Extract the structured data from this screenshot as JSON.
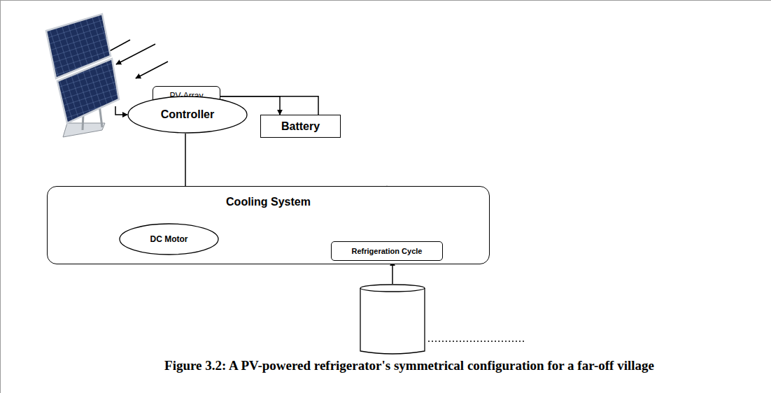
{
  "diagram": {
    "caption": "Figure 3.2: A PV-powered refrigerator's symmetrical configuration for a far-off village",
    "nodes": [
      {
        "text": [
          "PV-Array"
        ]
      },
      {
        "text": [
          "Controller"
        ]
      },
      {
        "text": [
          "Battery"
        ]
      },
      {
        "text": [
          "Cooling System"
        ]
      },
      {
        "text": [
          "DC Motor"
        ],
        "in": 3
      },
      {
        "text": [
          "Refrigeration Cycle"
        ],
        "in": 3
      }
    ],
    "edges": [
      {
        "from": 0,
        "to": 1,
        "arrow": "to"
      },
      {
        "from": 1,
        "to": 2,
        "arrow": "to"
      },
      {
        "from": 2,
        "to": 1,
        "arrow": "to"
      },
      {
        "from": 1,
        "to": 4,
        "arrow": "to"
      },
      {
        "from": 4,
        "to": 5,
        "arrow": "to"
      },
      {
        "from": 5,
        "to": 3,
        "arrow": "to"
      }
    ]
  }
}
